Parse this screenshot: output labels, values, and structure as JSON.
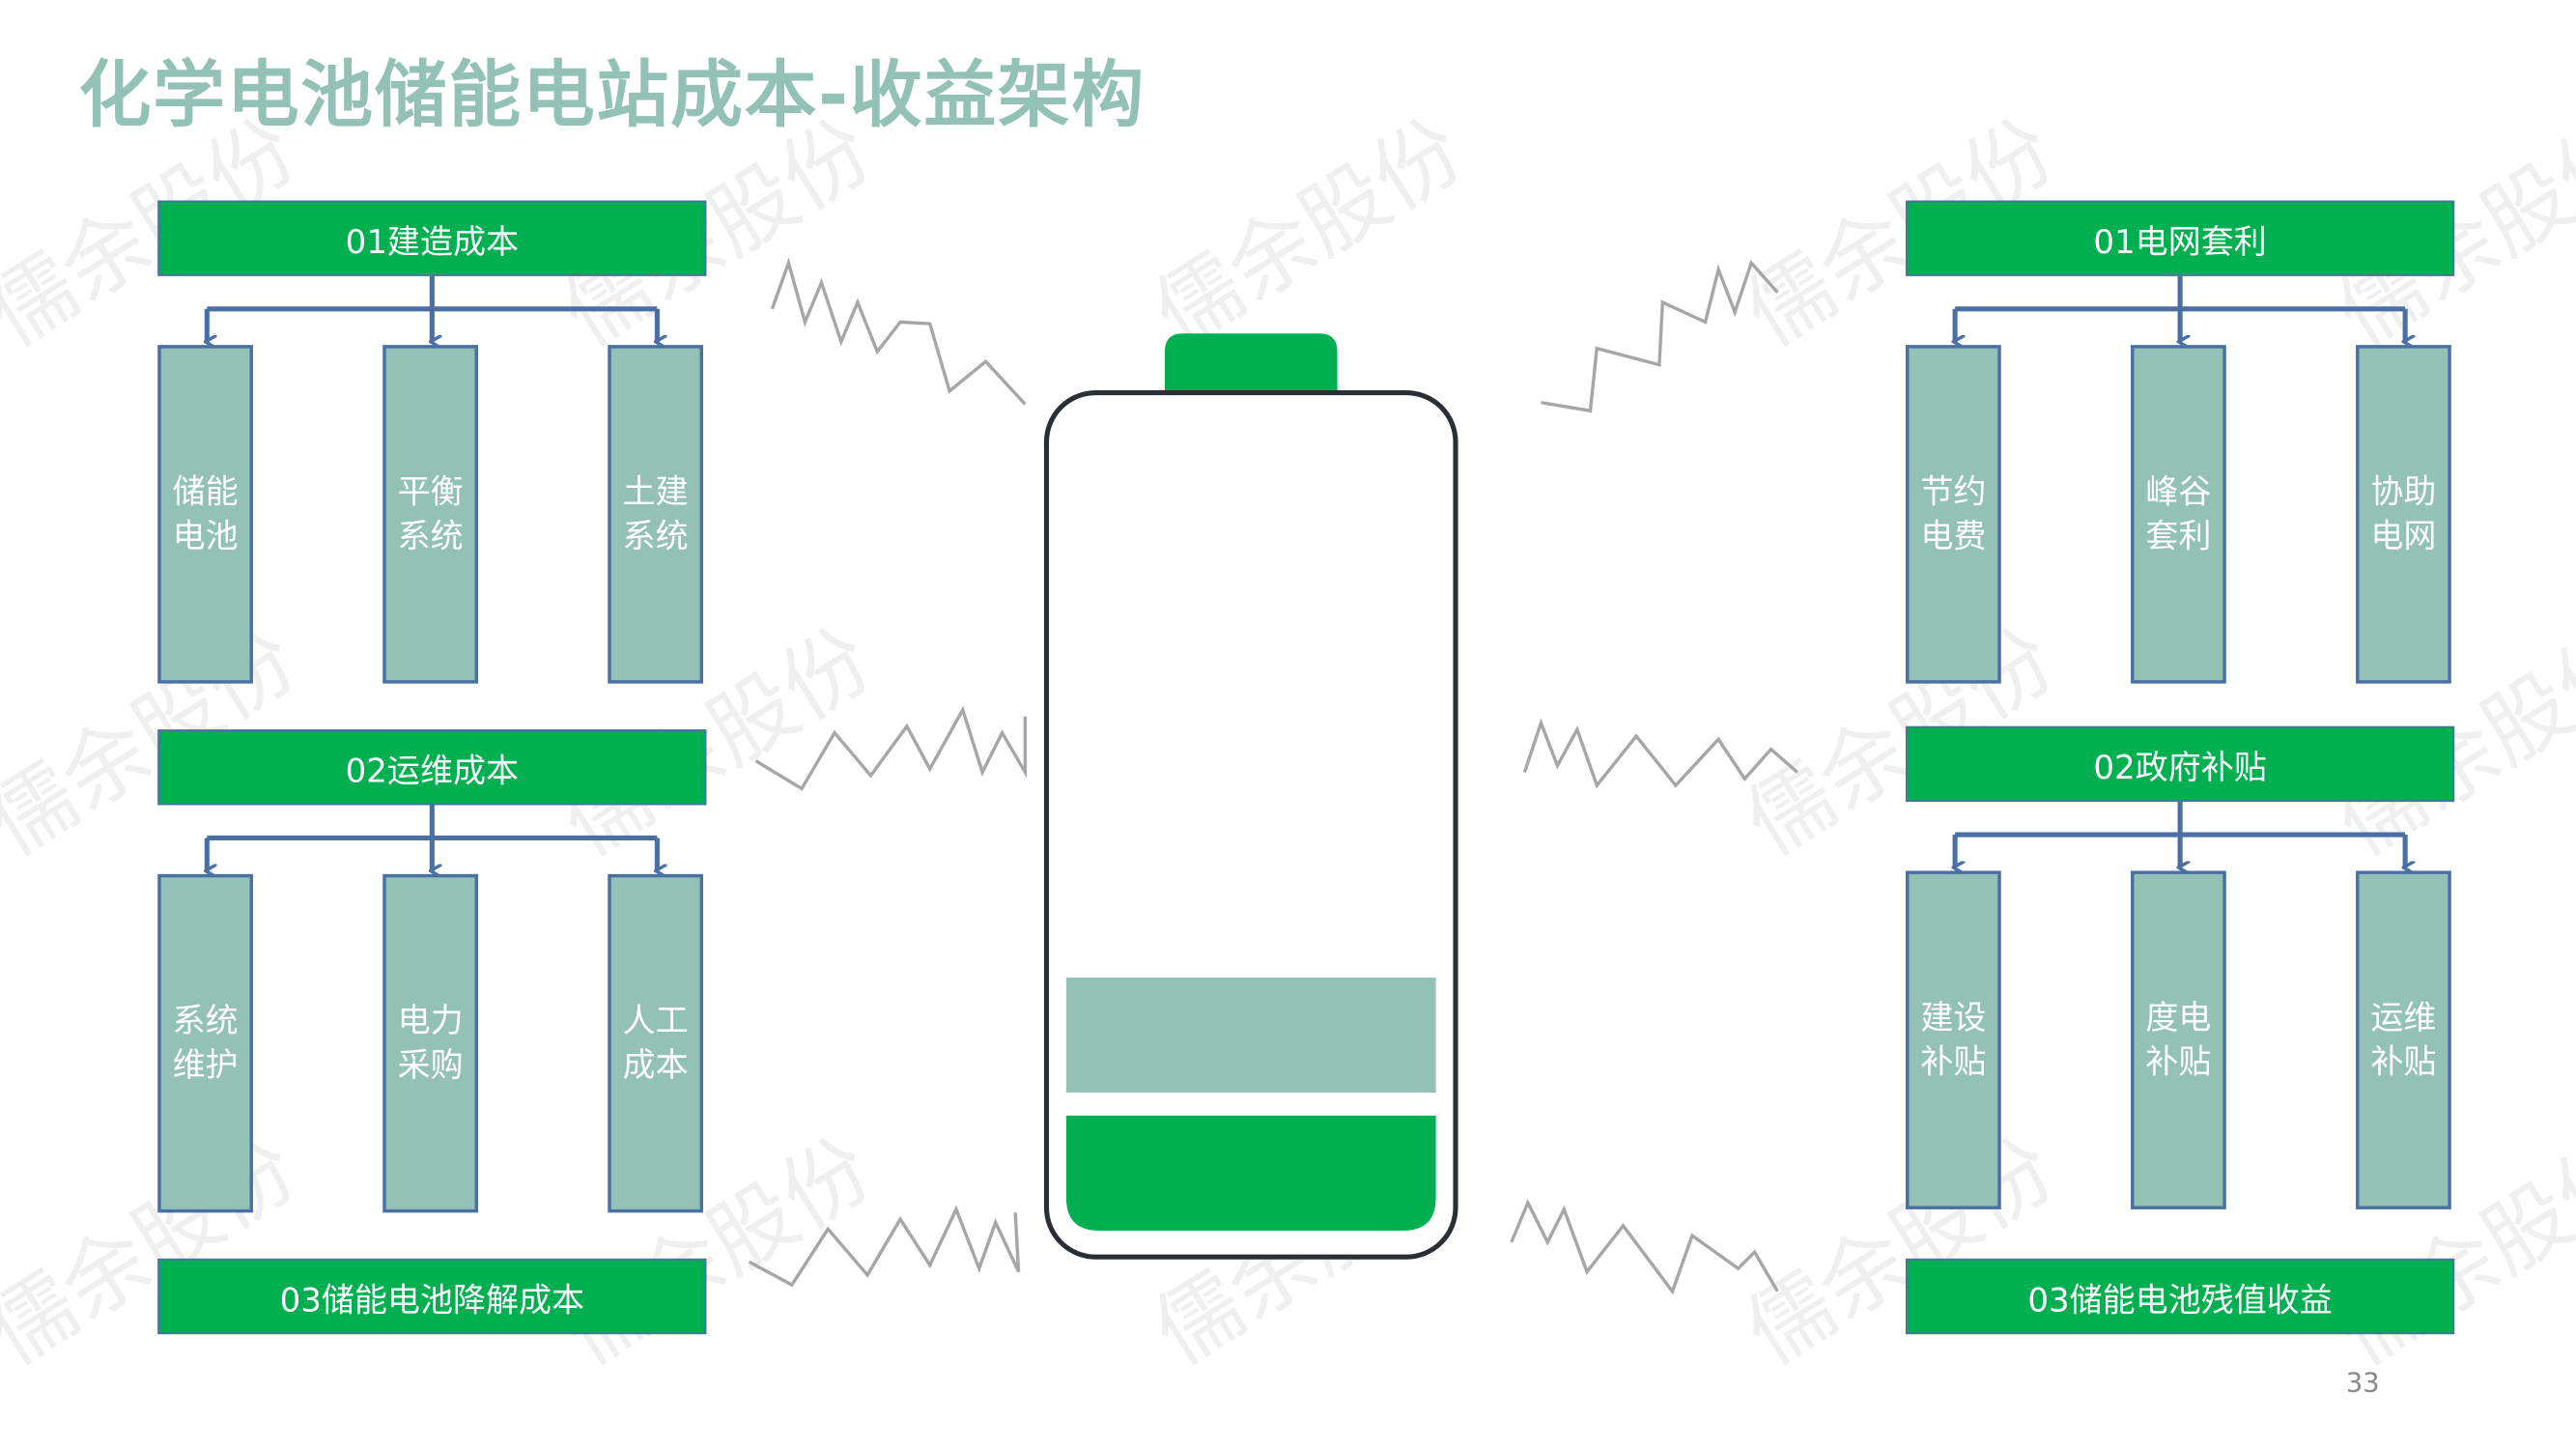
{
  "title": "化学电池储能电站成本-收益架构",
  "watermark": "儒余股份",
  "page_number": "33",
  "colors": {
    "green": "#00b050",
    "teal": "#93c1b5",
    "connector": "#4a6fa5",
    "battery_outline": "#2a2e35",
    "zigzag": "#a6a6a6"
  },
  "cost": {
    "s1": {
      "title": "01建造成本",
      "items": [
        "储能电池",
        "平衡系统",
        "土建系统"
      ]
    },
    "s2": {
      "title": "02运维成本",
      "items": [
        "系统维护",
        "电力采购",
        "人工成本"
      ]
    },
    "s3": {
      "title": "03储能电池降解成本"
    }
  },
  "revenue": {
    "s1": {
      "title": "01电网套利",
      "items": [
        "节约电费",
        "峰谷套利",
        "协助电网"
      ]
    },
    "s2": {
      "title": "02政府补贴",
      "items": [
        "建设补贴",
        "度电补贴",
        "运维补贴"
      ]
    },
    "s3": {
      "title": "03储能电池残值收益"
    }
  }
}
